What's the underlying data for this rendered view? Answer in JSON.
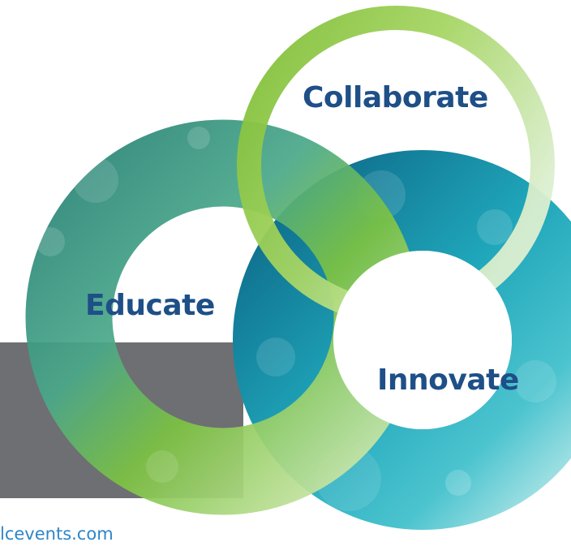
{
  "rings": {
    "top": {
      "label": "Collaborate",
      "colors": [
        "#8cc63f",
        "#a8d86a",
        "#cfe9b9"
      ]
    },
    "left": {
      "label": "Educate",
      "colors": [
        "#2f8f7e",
        "#4ab8a0",
        "#7cc242",
        "#c3e39c"
      ]
    },
    "right": {
      "label": "Innovate",
      "colors": [
        "#137f9a",
        "#1fa5b8",
        "#47c2cf",
        "#9ee0e3"
      ]
    }
  },
  "gray_band_color": "#6e6f72",
  "footer": {
    "url_text": "lcevents.com"
  }
}
